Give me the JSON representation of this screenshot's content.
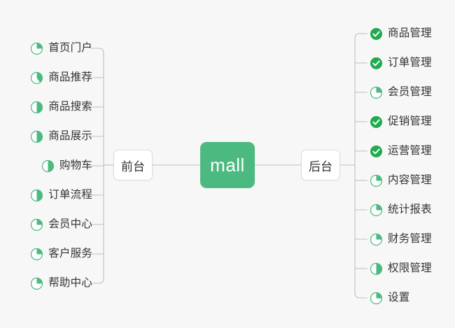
{
  "diagram": {
    "title": "mall",
    "background_color": "#f7f7f7",
    "accent_color": "#4cba80",
    "done_color": "#21ab51",
    "line_color": "#bfbfbf",
    "text_color": "#333333",
    "root": {
      "label": "mall"
    },
    "branches": [
      {
        "side": "left",
        "node_label": "前台",
        "items": [
          {
            "label": "首页门户",
            "icon": "pie-progress-icon",
            "progress": 25
          },
          {
            "label": "商品推荐",
            "icon": "pie-progress-icon",
            "progress": 40
          },
          {
            "label": "商品搜索",
            "icon": "pie-progress-icon",
            "progress": 50
          },
          {
            "label": "商品展示",
            "icon": "pie-progress-icon",
            "progress": 50
          },
          {
            "label": "购物车",
            "icon": "pie-progress-icon",
            "progress": 50
          },
          {
            "label": "订单流程",
            "icon": "pie-progress-icon",
            "progress": 50
          },
          {
            "label": "会员中心",
            "icon": "pie-progress-icon",
            "progress": 25
          },
          {
            "label": "客户服务",
            "icon": "pie-progress-icon",
            "progress": 25
          },
          {
            "label": "帮助中心",
            "icon": "pie-progress-icon",
            "progress": 25
          }
        ]
      },
      {
        "side": "right",
        "node_label": "后台",
        "items": [
          {
            "label": "商品管理",
            "icon": "check-circle-icon",
            "progress": 100
          },
          {
            "label": "订单管理",
            "icon": "check-circle-icon",
            "progress": 100
          },
          {
            "label": "会员管理",
            "icon": "pie-progress-icon",
            "progress": 25
          },
          {
            "label": "促销管理",
            "icon": "check-circle-icon",
            "progress": 100
          },
          {
            "label": "运营管理",
            "icon": "check-circle-icon",
            "progress": 100
          },
          {
            "label": "内容管理",
            "icon": "pie-progress-icon",
            "progress": 25
          },
          {
            "label": "统计报表",
            "icon": "pie-progress-icon",
            "progress": 25
          },
          {
            "label": "财务管理",
            "icon": "pie-progress-icon",
            "progress": 25
          },
          {
            "label": "权限管理",
            "icon": "pie-progress-icon",
            "progress": 50
          },
          {
            "label": "设置",
            "icon": "pie-progress-icon",
            "progress": 25
          }
        ]
      }
    ]
  }
}
